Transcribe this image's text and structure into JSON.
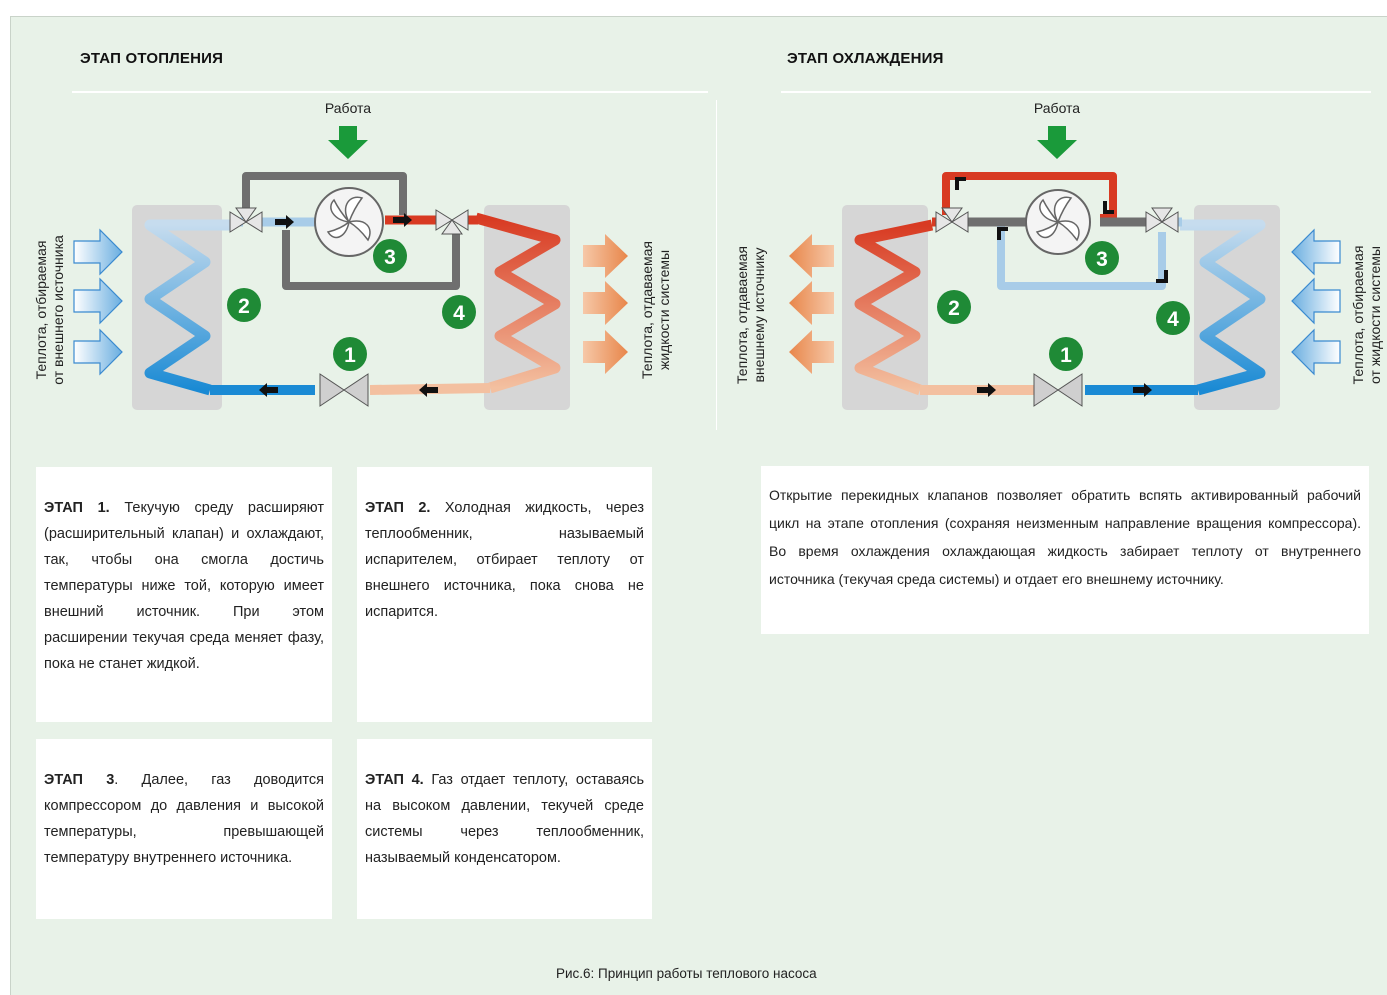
{
  "heating": {
    "title": "ЭТАП ОТОПЛЕНИЯ",
    "work_label": "Работа",
    "left_label": [
      "Теплота, отбираемая",
      "от внешнего источника"
    ],
    "right_label": [
      "Теплота, отдаваемая",
      "жидкости системы"
    ],
    "markers": [
      "1",
      "2",
      "3",
      "4"
    ]
  },
  "cooling": {
    "title": "ЭТАП ОХЛАЖДЕНИЯ",
    "work_label": "Работа",
    "left_label": [
      "Теплота, отдаваемая",
      "внешнему источнику"
    ],
    "right_label": [
      "Теплота, отбираемая",
      "от жидкости системы"
    ],
    "markers": [
      "1",
      "2",
      "3",
      "4"
    ]
  },
  "steps": {
    "step1": {
      "head": "ЭТАП 1.",
      "text": "Текучую среду расширяют (расширительный клапан) и охлаждают, так, чтобы она смогла достичь температуры ниже той, которую имеет внешний источник. При этом расширении текучая среда меняет фазу, пока не станет жидкой."
    },
    "step2": {
      "head": "ЭТАП 2.",
      "text": "Холодная жидкость, через теплообменник, называемый испарителем, отбирает теплоту от внешнего источника, пока снова не испарится."
    },
    "step3": {
      "head": "ЭТАП 3",
      "text": ". Далее, газ доводится компрессором до давления и высокой температуры, превышающей температуру внутреннего источника."
    },
    "step4": {
      "head": "ЭТАП 4.",
      "text": "Газ отдает теплоту, оставаясь на высоком давлении, текучей среде системы через теплообменник, называемый конденсатором."
    }
  },
  "cooling_note": "Открытие перекидных клапанов позволяет обратить вспять активированный рабочий цикл на этапе отопления (сохраняя неизменным направление вращения компрессора). Во время охлаждения охлаждающая жидкость забирает теплоту от внутреннего источника (текучая среда системы) и отдает его внешнему источнику.",
  "caption": "Рис.6: Принцип работы теплового насоса",
  "colors": {
    "background": "#e8f2e8",
    "hot": "#d83a22",
    "warm": "#e8864a",
    "cold": "#1a8ad4",
    "cool": "#a8cce8",
    "pipe_gray": "#6f6f6f",
    "work_arrow": "#1a9a3a",
    "marker": "#1f8a36"
  }
}
